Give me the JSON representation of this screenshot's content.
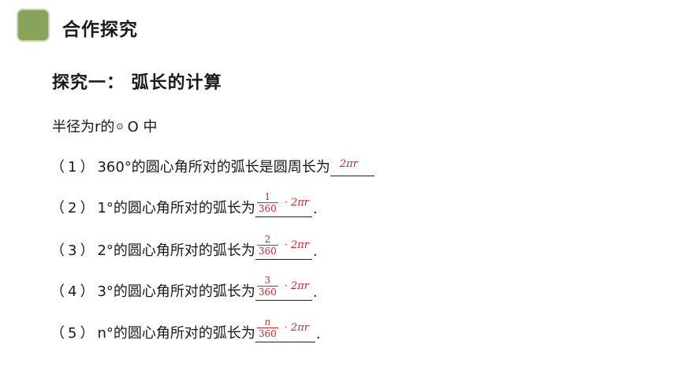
{
  "header": {
    "title": "合作探究"
  },
  "subtitle": "探究一： 弧长的计算",
  "intro": {
    "text_before": "半径为r的",
    "circle_glyph": "⊙",
    "text_after": "O 中"
  },
  "items": [
    {
      "num": "（1）",
      "text": "360°的圆心角所对的弧长是圆周长为",
      "answer": {
        "expr": "2πr"
      },
      "end": ""
    },
    {
      "num": "（2）",
      "text": "1°的圆心角所对的弧长为",
      "answer": {
        "numerator": "1",
        "denominator": "360",
        "dot": "·",
        "expr": "2πr"
      },
      "end": "."
    },
    {
      "num": "（3）",
      "text": "2°的圆心角所对的弧长为",
      "answer": {
        "numerator": "2",
        "denominator": "360",
        "dot": "·",
        "expr": "2πr"
      },
      "end": "."
    },
    {
      "num": "（4）",
      "text": "3°的圆心角所对的弧长为",
      "answer": {
        "numerator": "3",
        "denominator": "360",
        "dot": "·",
        "expr": "2πr"
      },
      "end": "."
    },
    {
      "num": "（5）",
      "text": "n°的圆心角所对的弧长为",
      "answer": {
        "numerator": "n",
        "denominator": "360",
        "dot": "·",
        "expr": "2πr"
      },
      "end": "."
    }
  ],
  "colors": {
    "badge": "#8aa35a",
    "answer": "#e02020"
  }
}
